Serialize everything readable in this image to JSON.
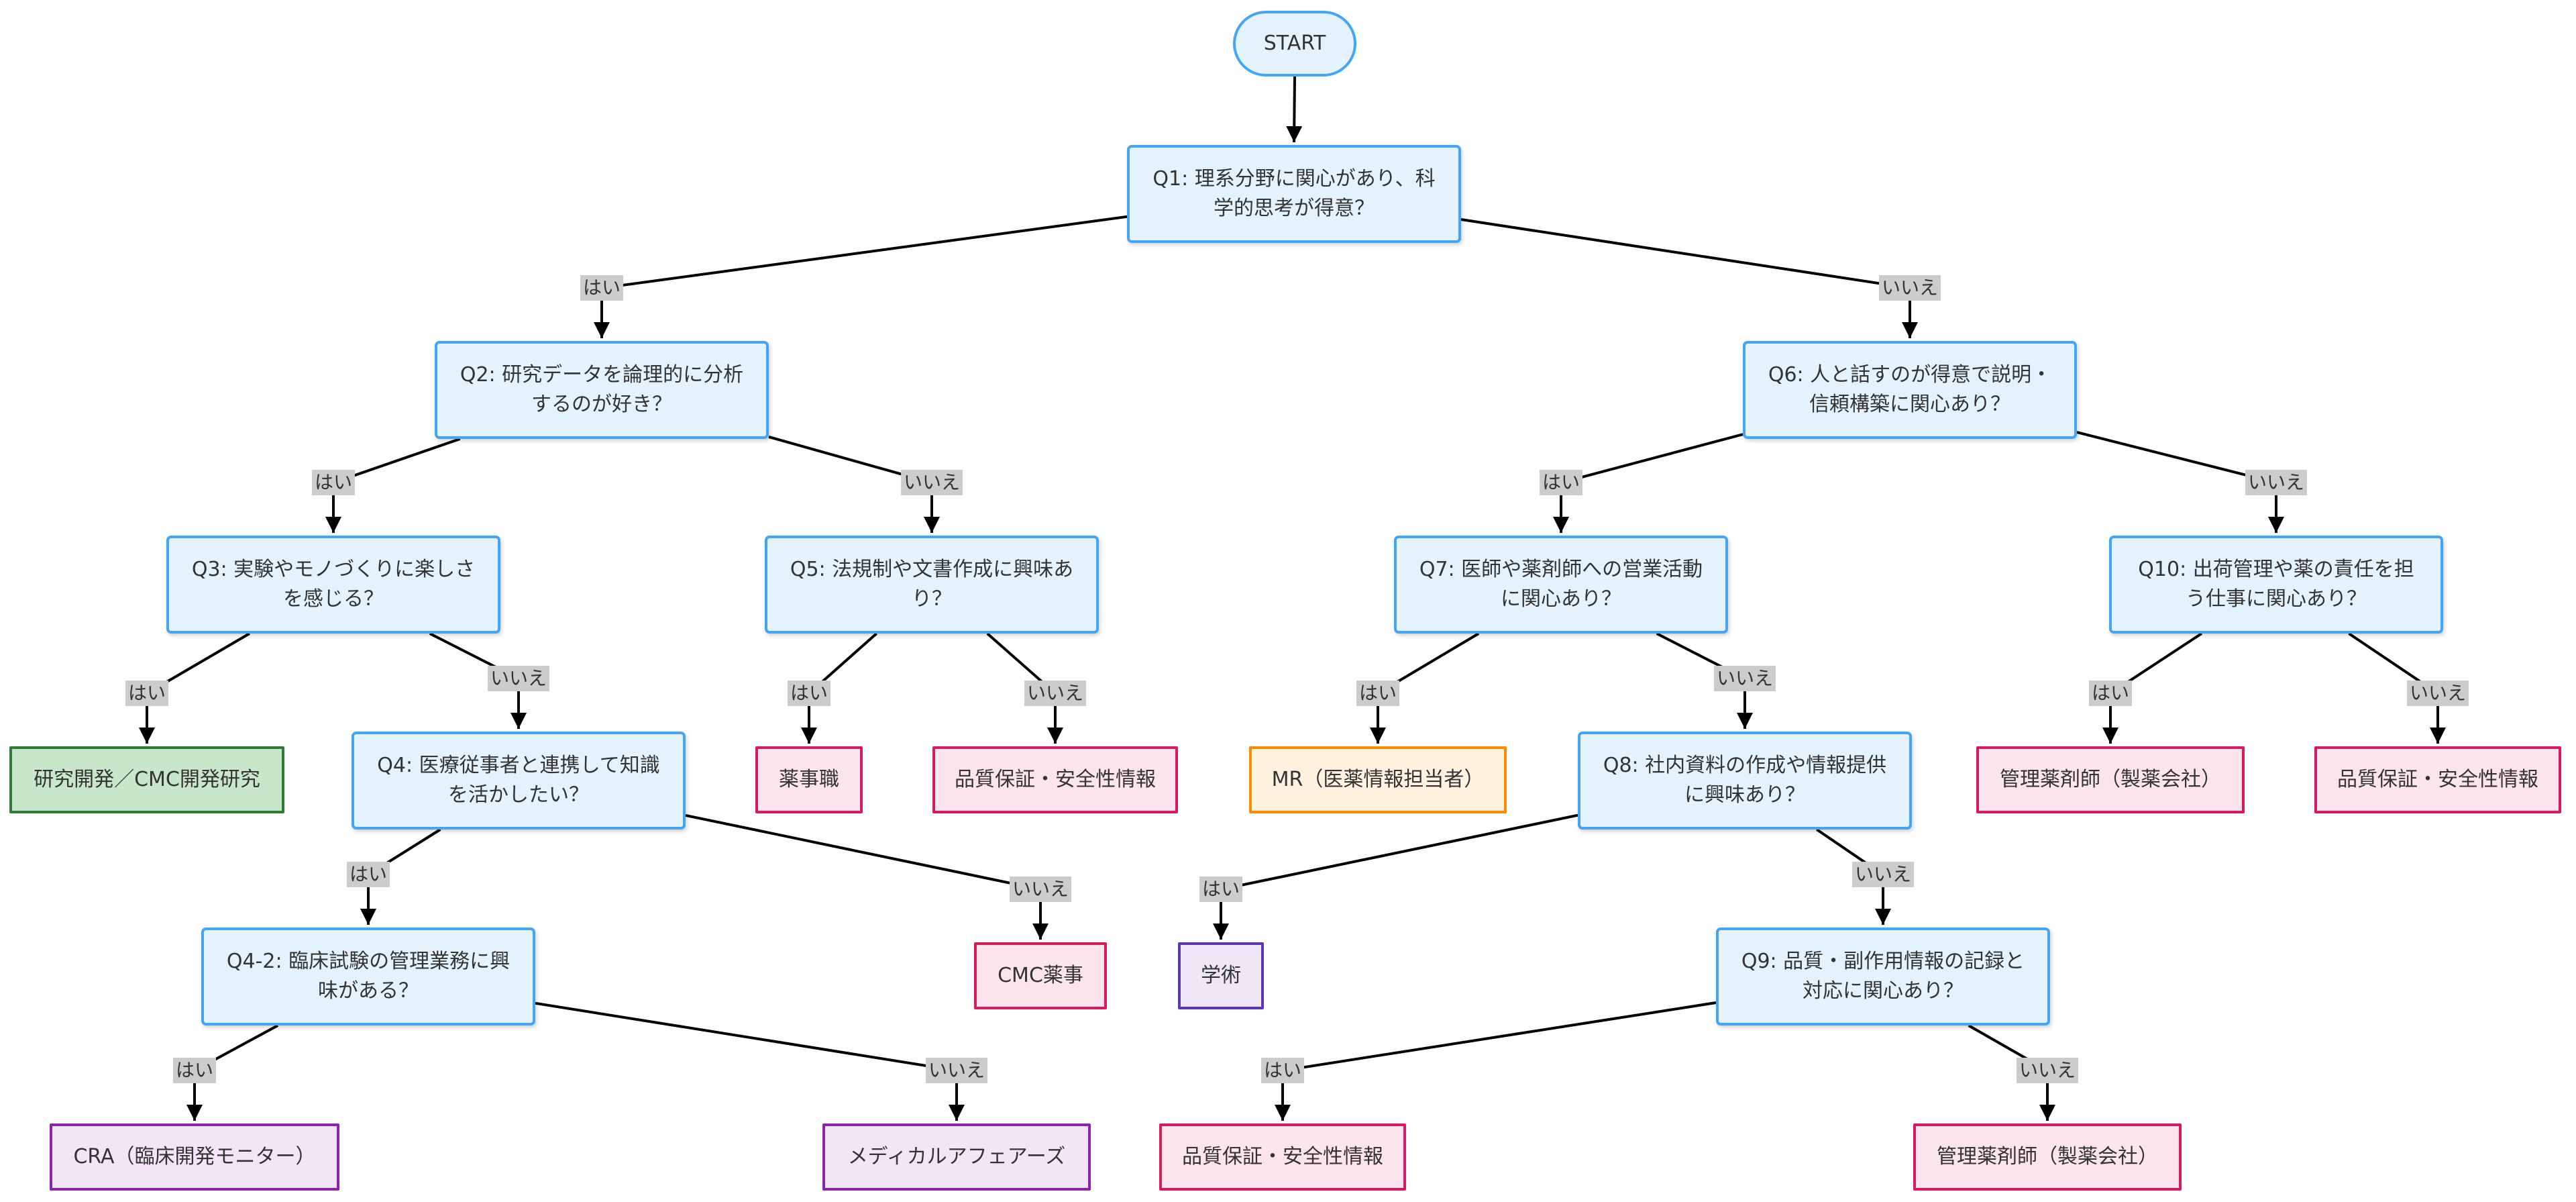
{
  "nodes": {
    "start": {
      "text": "START"
    },
    "q1": {
      "text": "Q1: 理系分野に関心があり、科\n学的思考が得意？"
    },
    "q2": {
      "text": "Q2: 研究データを論理的に分析\nするのが好き？"
    },
    "q3": {
      "text": "Q3: 実験やモノづくりに楽しさ\nを感じる？"
    },
    "q4": {
      "text": "Q4: 医療従事者と連携して知識\nを活かしたい？"
    },
    "q42": {
      "text": "Q4-2: 臨床試験の管理業務に興\n味がある？"
    },
    "q5": {
      "text": "Q5: 法規制や文書作成に興味あ\nり？"
    },
    "q6": {
      "text": "Q6: 人と話すのが得意で説明・\n信頼構築に関心あり？"
    },
    "q7": {
      "text": "Q7: 医師や薬剤師への営業活動\nに関心あり？"
    },
    "q8": {
      "text": "Q8: 社内資料の作成や情報提供\nに興味あり？"
    },
    "q9": {
      "text": "Q9: 品質・副作用情報の記録と\n対応に関心あり？"
    },
    "q10": {
      "text": "Q10: 出荷管理や薬の責任を担\nう仕事に関心あり？"
    },
    "r_rd": {
      "text": "研究開発／CMC開発研究",
      "color": "green"
    },
    "r_cra": {
      "text": "CRA（臨床開発モニター）",
      "color": "purple"
    },
    "r_ma": {
      "text": "メディカルアフェアーズ",
      "color": "purple"
    },
    "r_cmc": {
      "text": "CMC薬事",
      "color": "pink"
    },
    "r_yakuji": {
      "text": "薬事職",
      "color": "pink"
    },
    "r_qa1": {
      "text": "品質保証・安全性情報",
      "color": "pink"
    },
    "r_mr": {
      "text": "MR（医薬情報担当者）",
      "color": "orange"
    },
    "r_gakujutsu": {
      "text": "学術",
      "color": "indigo"
    },
    "r_qa2": {
      "text": "品質保証・安全性情報",
      "color": "pink"
    },
    "r_kanri1": {
      "text": "管理薬剤師（製薬会社）",
      "color": "pink"
    },
    "r_kanri2": {
      "text": "管理薬剤師（製薬会社）",
      "color": "pink"
    },
    "r_qa3": {
      "text": "品質保証・安全性情報",
      "color": "pink"
    }
  },
  "edges": [
    {
      "from": "start",
      "to": "q1",
      "label": ""
    },
    {
      "from": "q1",
      "to": "q2",
      "label": "はい"
    },
    {
      "from": "q1",
      "to": "q6",
      "label": "いいえ"
    },
    {
      "from": "q2",
      "to": "q3",
      "label": "はい"
    },
    {
      "from": "q2",
      "to": "q5",
      "label": "いいえ"
    },
    {
      "from": "q3",
      "to": "r_rd",
      "label": "はい"
    },
    {
      "from": "q3",
      "to": "q4",
      "label": "いいえ"
    },
    {
      "from": "q4",
      "to": "q42",
      "label": "はい"
    },
    {
      "from": "q4",
      "to": "r_cmc",
      "label": "いいえ"
    },
    {
      "from": "q42",
      "to": "r_cra",
      "label": "はい"
    },
    {
      "from": "q42",
      "to": "r_ma",
      "label": "いいえ"
    },
    {
      "from": "q5",
      "to": "r_yakuji",
      "label": "はい"
    },
    {
      "from": "q5",
      "to": "r_qa1",
      "label": "いいえ"
    },
    {
      "from": "q6",
      "to": "q7",
      "label": "はい"
    },
    {
      "from": "q6",
      "to": "q10",
      "label": "いいえ"
    },
    {
      "from": "q7",
      "to": "r_mr",
      "label": "はい"
    },
    {
      "from": "q7",
      "to": "q8",
      "label": "いいえ"
    },
    {
      "from": "q8",
      "to": "r_gakujutsu",
      "label": "はい"
    },
    {
      "from": "q8",
      "to": "q9",
      "label": "いいえ"
    },
    {
      "from": "q9",
      "to": "r_qa2",
      "label": "はい"
    },
    {
      "from": "q9",
      "to": "r_kanri1",
      "label": "いいえ"
    },
    {
      "from": "q10",
      "to": "r_kanri2",
      "label": "はい"
    },
    {
      "from": "q10",
      "to": "r_qa3",
      "label": "いいえ"
    }
  ]
}
